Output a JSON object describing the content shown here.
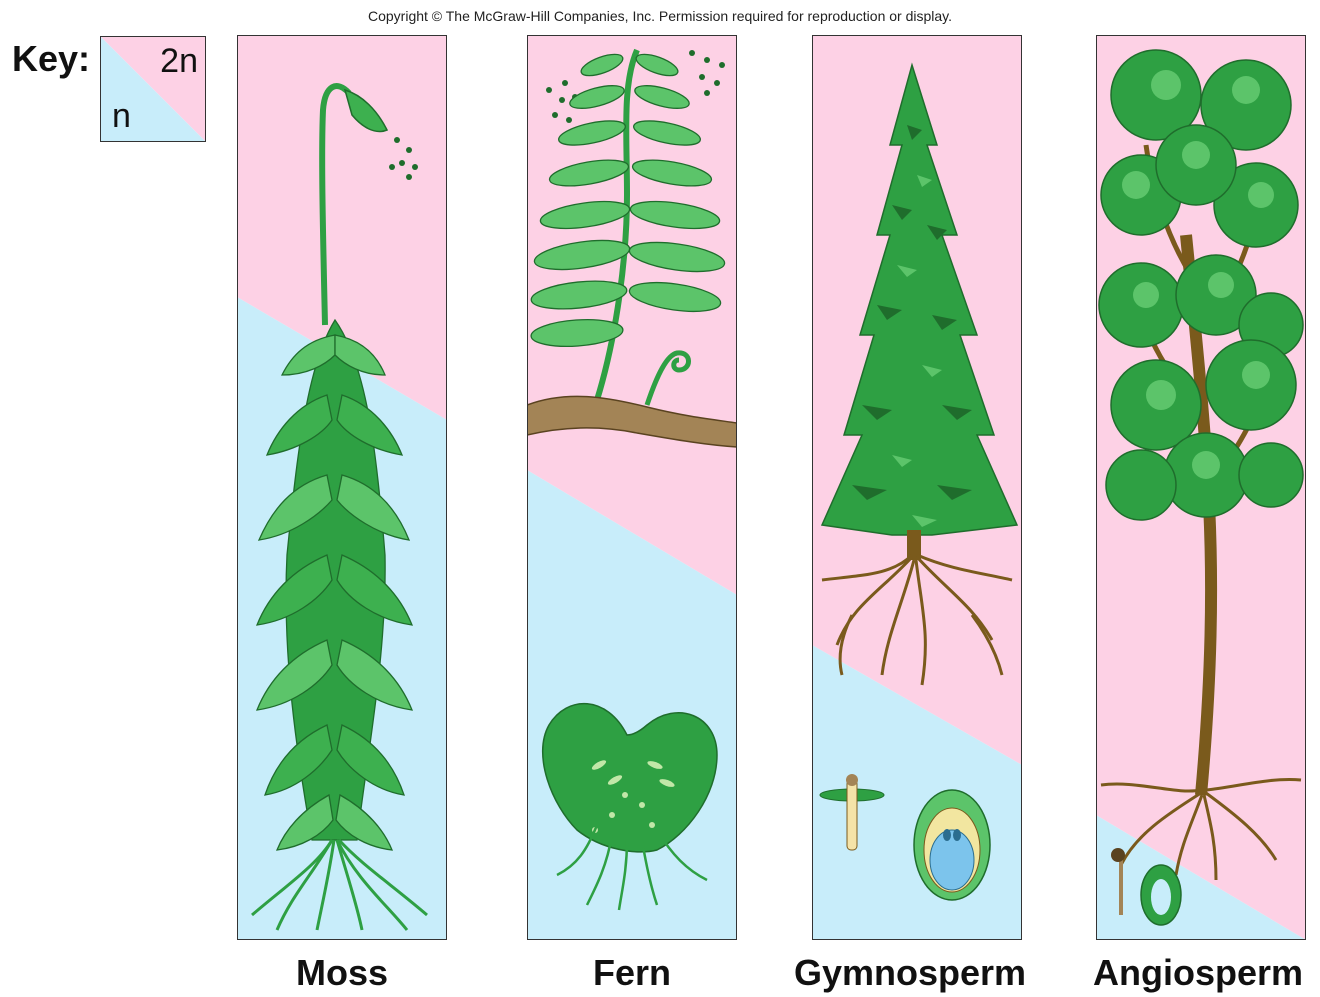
{
  "copyright": "Copyright © The McGraw-Hill Companies, Inc. Permission required for reproduction or display.",
  "key": {
    "title": "Key:",
    "diploid": "2n",
    "haploid": "n"
  },
  "colors": {
    "diploid": "#fdd1e5",
    "haploid": "#c8edfa",
    "leaf": "#2ea043",
    "leaf_light": "#5cc46a",
    "root": "#7a5a1c",
    "outline": "#333333"
  },
  "panels": [
    {
      "label": "Moss"
    },
    {
      "label": "Fern"
    },
    {
      "label": "Gymnosperm"
    },
    {
      "label": "Angiosperm"
    }
  ]
}
